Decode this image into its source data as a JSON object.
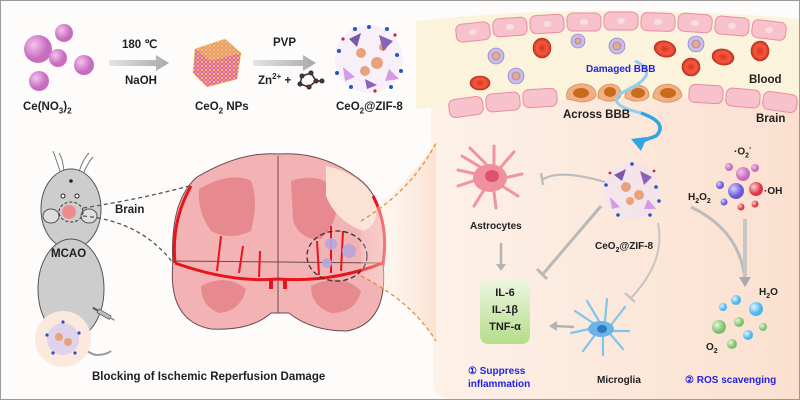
{
  "synthesis": {
    "precursor": {
      "label_main": "Ce(NO",
      "label_sub1": "3",
      "label_close": ")",
      "label_sub2": "2"
    },
    "step1": {
      "condition_top": "180 ℃",
      "condition_bottom": "NaOH"
    },
    "intermediate": {
      "label_main": "CeO",
      "label_sub": "2",
      "label_rest": " NPs"
    },
    "step2": {
      "condition_top": "PVP",
      "zn_main": "Zn",
      "zn_sup": "2+",
      "zn_plus": " +"
    },
    "product": {
      "label_main": "CeO",
      "label_sub": "2",
      "label_rest": "@ZIF-8"
    }
  },
  "bbb": {
    "damaged_label": "Damaged BBB",
    "across_label": "Across BBB",
    "blood_label": "Blood",
    "brain_label": "Brain"
  },
  "model": {
    "animal_label": "MCAO",
    "brain_label": "Brain",
    "caption": "Blocking of Ischemic Reperfusion Damage"
  },
  "mechanism": {
    "astrocytes_label": "Astrocytes",
    "microglia_label": "Microglia",
    "nanozyme": {
      "label_main": "CeO",
      "label_sub": "2",
      "label_rest": "@ZIF-8"
    },
    "cytokines": [
      "IL-6",
      "IL-1β",
      "TNF-α"
    ],
    "pathway1": {
      "line1": "① Suppress",
      "line2": "inflammation"
    },
    "pathway2": "② ROS scavenging",
    "ros": {
      "superoxide": {
        "pre": "·O",
        "sub": "2",
        "sup": "-"
      },
      "peroxide": {
        "pre": "H",
        "sub1": "2",
        "mid": "O",
        "sub2": "2"
      },
      "hydroxyl": "·OH",
      "water": {
        "pre": "H",
        "sub": "2",
        "post": "O"
      },
      "oxygen": {
        "pre": "O",
        "sub": "2"
      }
    }
  },
  "colors": {
    "accent_blue": "#2323e0",
    "vessel_red": "#e8141c",
    "brain_pink": "#f1a9ad",
    "blood_bg": "#fbf3dc",
    "brain_bg": "#fbe3d3",
    "cytokine_box": "#c7e6a4"
  }
}
